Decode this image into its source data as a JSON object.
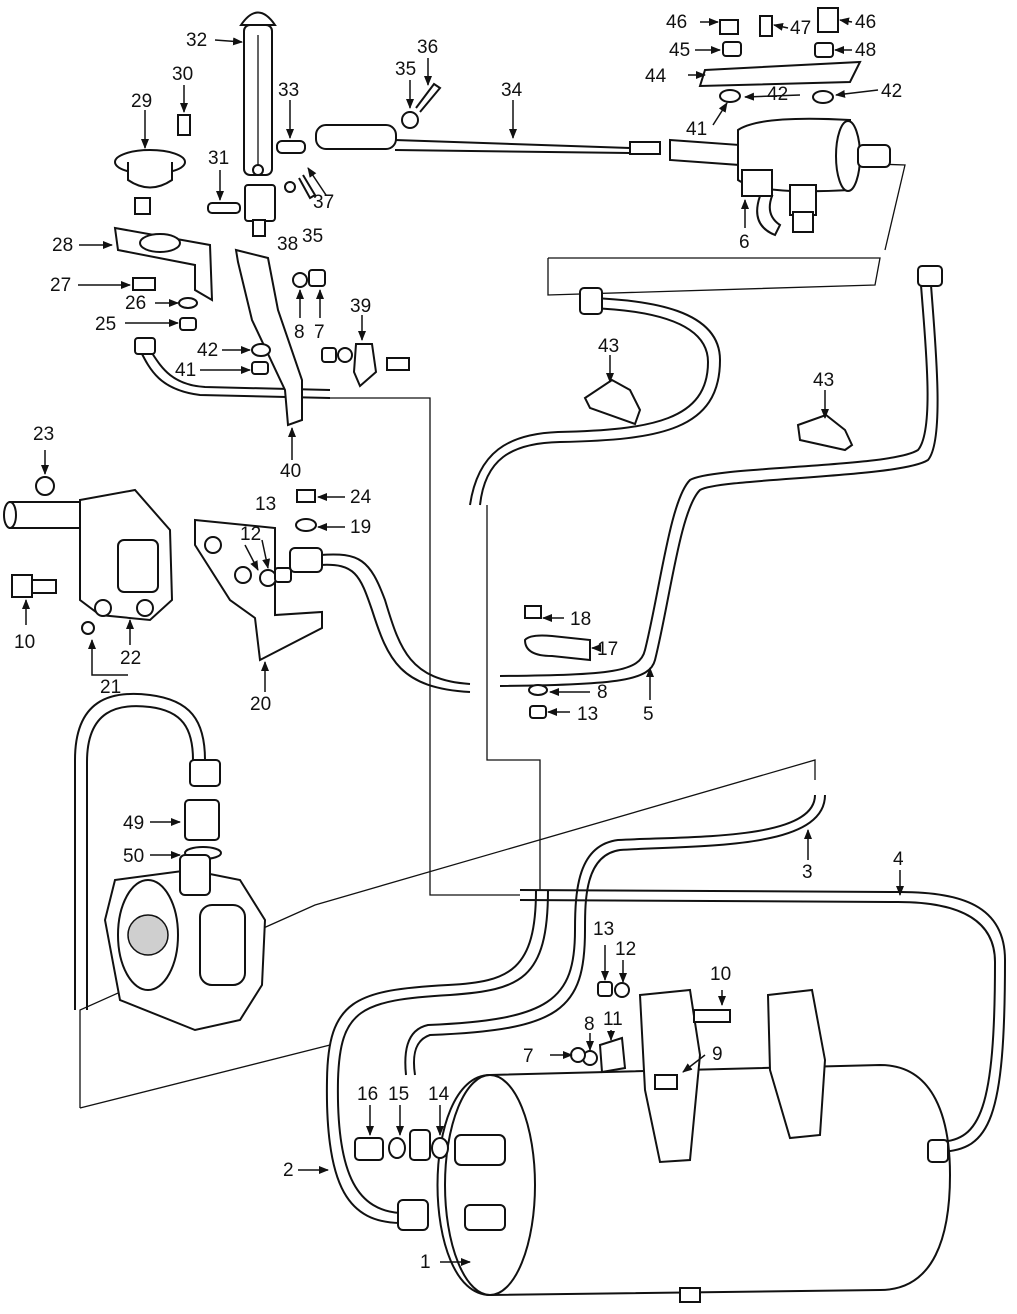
{
  "callouts": [
    "1",
    "2",
    "3",
    "4",
    "5",
    "6",
    "7",
    "7",
    "8",
    "8",
    "8",
    "9",
    "10",
    "10",
    "11",
    "12",
    "12",
    "13",
    "13",
    "13",
    "14",
    "15",
    "16",
    "17",
    "18",
    "19",
    "20",
    "21",
    "22",
    "23",
    "24",
    "25",
    "26",
    "27",
    "28",
    "29",
    "30",
    "31",
    "32",
    "33",
    "34",
    "35",
    "35",
    "36",
    "37",
    "38",
    "39",
    "40",
    "41",
    "41",
    "42",
    "42",
    "42",
    "43",
    "43",
    "44",
    "45",
    "46",
    "46",
    "47",
    "48",
    "49",
    "50"
  ]
}
